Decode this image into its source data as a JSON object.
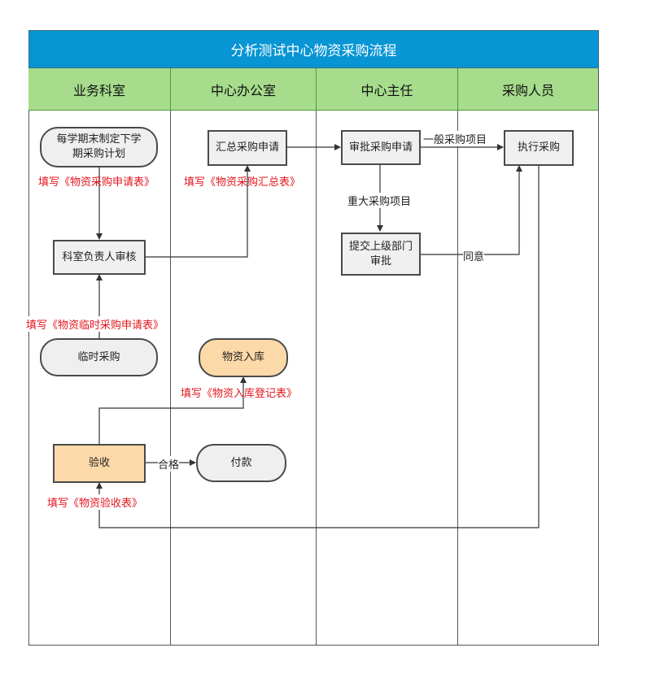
{
  "title": "分析测试中心物资采购流程",
  "lanes": [
    "业务科室",
    "中心办公室",
    "中心主任",
    "采购人员"
  ],
  "nodes": {
    "plan": "每学期末制定下学\n期采购计划",
    "summary": "汇总采购申请",
    "approve": "审批采购申请",
    "execute": "执行采购",
    "review": "科室负责人审核",
    "submit": "提交上级部门\n审批",
    "temp": "临时采购",
    "storage": "物资入库",
    "accept": "验收",
    "pay": "付款"
  },
  "forms": {
    "apply": "填写《物资采购申请表》",
    "summary": "填写《物资采购汇总表》",
    "temp": "填写《物资临时采购申请表》",
    "storage": "填写《物资入库登记表》",
    "accept": "填写《物资验收表》"
  },
  "edge_labels": {
    "general": "一般采购项目",
    "major": "重大采购项目",
    "agree": "同意",
    "qualified": "合格"
  },
  "colors": {
    "title_bg": "#0795d3",
    "lane_header_bg": "#a6dc8c",
    "storage_fill": "#fcd9a8",
    "form_text": "#e4141b"
  }
}
